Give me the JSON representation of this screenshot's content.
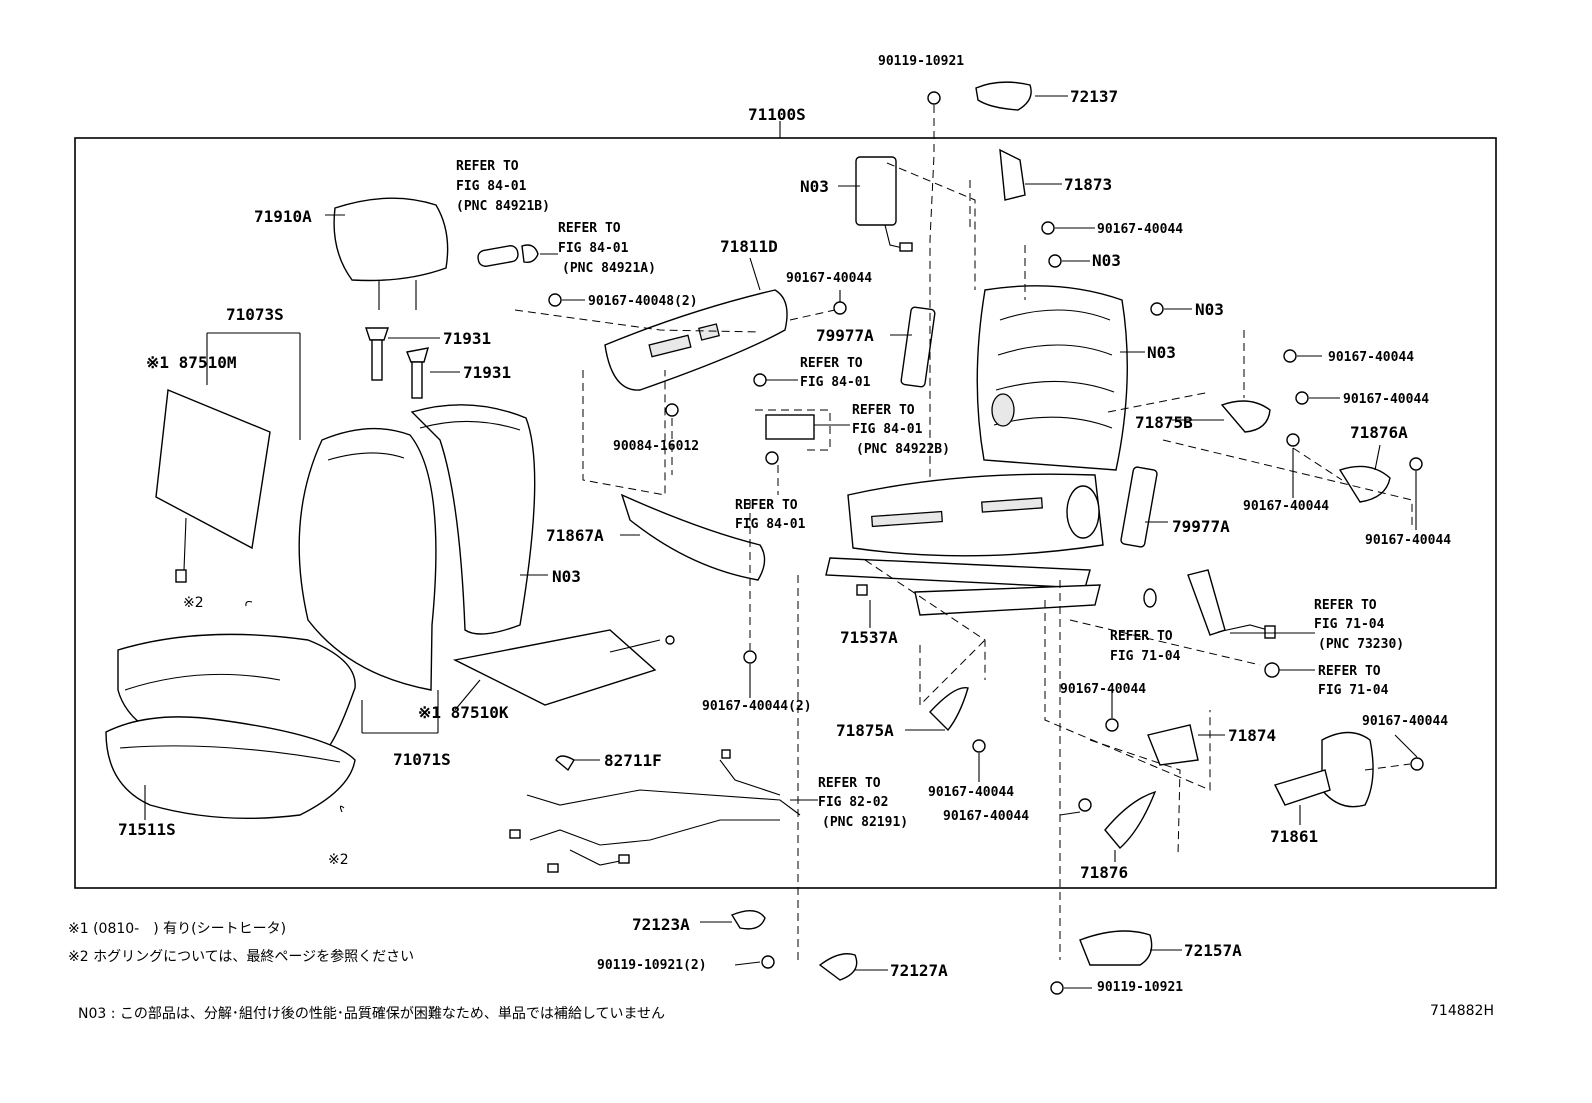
{
  "diagram": {
    "code": "714882H",
    "assembly_label": "71100S"
  },
  "labels": {
    "l_90119_top": "90119-10921",
    "l_72137": "72137",
    "l_71910A": "71910A",
    "l_refer_8401_a": [
      "REFER TO",
      "FIG 84-01",
      "(PNC 84921B)"
    ],
    "l_refer_8401_b": [
      "REFER TO",
      "FIG 84-01",
      "(PNC 84921A)"
    ],
    "l_90167_40048": "90167-40048(2)",
    "l_71811D": "71811D",
    "l_90167_a": "90167-40044",
    "l_N03_a": "N03",
    "l_71873": "71873",
    "l_90167_b": "90167-40044",
    "l_N03_b": "N03",
    "l_N03_c": "N03",
    "l_N03_d": "N03",
    "l_71073S": "71073S",
    "l_87510M": "※1 87510M",
    "l_71931_a": "71931",
    "l_71931_b": "71931",
    "l_79977A_a": "79977A",
    "l_refer_8401_c": [
      "REFER TO",
      "FIG 84-01"
    ],
    "l_refer_8401_d": [
      "REFER TO",
      "FIG 84-01",
      "(PNC 84922B)"
    ],
    "l_90084": "90084-16012",
    "l_90167_c": "90167-40044",
    "l_90167_d": "90167-40044",
    "l_71875B": "71875B",
    "l_71876A": "71876A",
    "l_90167_e": "90167-40044",
    "l_90167_f": "90167-40044",
    "l_refer_8401_e": [
      "REFER TO",
      "FIG 84-01"
    ],
    "l_71867A": "71867A",
    "l_79977A_b": "79977A",
    "l_N03_e": "N03",
    "l_ring_2a": "※2",
    "l_71537A": "71537A",
    "l_refer_7104_a": [
      "REFER TO",
      "FIG 71-04"
    ],
    "l_refer_7104_b": [
      "REFER TO",
      "FIG 71-04",
      "(PNC 73230)"
    ],
    "l_refer_7104_c": [
      "REFER TO",
      "FIG 71-04"
    ],
    "l_87510K": "※1 87510K",
    "l_90167_2": "90167-40044(2)",
    "l_90167_g": "90167-40044",
    "l_90167_h": "90167-40044",
    "l_71071S": "71071S",
    "l_71875A": "71875A",
    "l_71874": "71874",
    "l_82711F": "82711F",
    "l_refer_8202": [
      "REFER TO",
      "FIG 82-02",
      "(PNC 82191)"
    ],
    "l_90167_i": "90167-40044",
    "l_90167_j": "90167-40044",
    "l_71511S": "71511S",
    "l_ring_2b": "※2",
    "l_71876": "71876",
    "l_71861": "71861",
    "l_72123A": "72123A",
    "l_90119_2": "90119-10921(2)",
    "l_72127A": "72127A",
    "l_72157A": "72157A",
    "l_90119_bot": "90119-10921"
  },
  "notes": {
    "note1": "※1 (0810-　) 有り(シートヒータ)",
    "note2": "※2  ホグリングについては、最終ページを参照ください",
    "note3": "N03 : この部品は、分解･組付け後の性能･品質確保が困難なため、単品では補給していません"
  }
}
